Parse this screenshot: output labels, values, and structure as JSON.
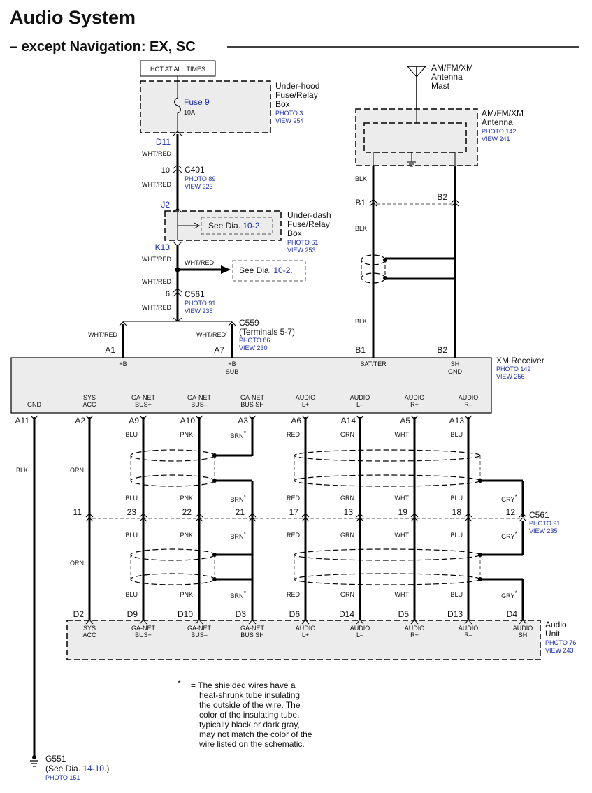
{
  "header": {
    "title": "Audio System",
    "subtitle": "– except Navigation: EX, SC"
  },
  "colors": {
    "ink": "#111111",
    "link": "#1f2fa8",
    "box_fill": "#ececec"
  },
  "hot_at_all_times": "HOT AT ALL TIMES",
  "underhood": {
    "name": [
      "Under-hood",
      "Fuse/Relay",
      "Box"
    ],
    "photo": "PHOTO 3",
    "view": "VIEW 254",
    "fuse": "Fuse 9",
    "amp": "10A",
    "terminal": "D11"
  },
  "c401": {
    "name": "C401",
    "pin": "10",
    "photo": "PHOTO 89",
    "view": "VIEW 223"
  },
  "underdash": {
    "name": [
      "Under-dash",
      "Fuse/Relay",
      "Box"
    ],
    "photo": "PHOTO 61",
    "view": "VIEW 253",
    "in_terminal": "J2",
    "out_terminal": "K13",
    "see": "See Dia.",
    "see_ref": "10-2."
  },
  "branch": {
    "see": "See Dia.",
    "see_ref": "10-2."
  },
  "c561_top": {
    "name": "C561",
    "pin": "6",
    "photo": "PHOTO 91",
    "view": "VIEW 235"
  },
  "c559": {
    "name": "C559",
    "terminals": "(Terminals 5-7)",
    "photo": "PHOTO 86",
    "view": "VIEW 230"
  },
  "wires": {
    "wht_red": "WHT/RED",
    "blk": "BLK",
    "orn": "ORN",
    "blu": "BLU",
    "pnk": "PNK",
    "brn": "BRN",
    "red": "RED",
    "grn": "GRN",
    "wht": "WHT",
    "gry": "GRY",
    "star": "*"
  },
  "antenna_mast": {
    "name": [
      "AM/FM/XM",
      "Antenna",
      "Mast"
    ]
  },
  "antenna": {
    "name": [
      "AM/FM/XM",
      "Antenna"
    ],
    "photo": "PHOTO 142",
    "view": "VIEW 241",
    "b1": "B1",
    "b2": "B2"
  },
  "xm_receiver": {
    "name": "XM Receiver",
    "photo": "PHOTO 149",
    "view": "VIEW 256",
    "top_pins": [
      {
        "term": "A1",
        "label": [
          "+B"
        ]
      },
      {
        "term": "A7",
        "label": [
          "+B",
          "SUB"
        ]
      },
      {
        "term": "B1",
        "label": [
          "SAT/TER"
        ]
      },
      {
        "term": "B2",
        "label": [
          "SH",
          "GND"
        ]
      }
    ],
    "bottom_pins": [
      {
        "term": "A11",
        "label": [
          "GND"
        ]
      },
      {
        "term": "A2",
        "label": [
          "SYS",
          "ACC"
        ]
      },
      {
        "term": "A9",
        "label": [
          "GA-NET",
          "BUS+"
        ]
      },
      {
        "term": "A10",
        "label": [
          "GA-NET",
          "BUS–"
        ]
      },
      {
        "term": "A3",
        "label": [
          "GA-NET",
          "BUS SH"
        ]
      },
      {
        "term": "A6",
        "label": [
          "AUDIO",
          "L+"
        ]
      },
      {
        "term": "A14",
        "label": [
          "AUDIO",
          "L–"
        ]
      },
      {
        "term": "A5",
        "label": [
          "AUDIO",
          "R+"
        ]
      },
      {
        "term": "A13",
        "label": [
          "AUDIO",
          "R–"
        ]
      }
    ]
  },
  "c561_mid": {
    "name": "C561",
    "photo": "PHOTO 91",
    "view": "VIEW 235",
    "pins": [
      "11",
      "23",
      "22",
      "21",
      "17",
      "13",
      "19",
      "18",
      "12"
    ]
  },
  "audio_unit": {
    "name": [
      "Audio",
      "Unit"
    ],
    "photo": "PHOTO 76",
    "view": "VIEW 243",
    "pins": [
      {
        "term": "D2",
        "label": [
          "SYS",
          "ACC"
        ]
      },
      {
        "term": "D9",
        "label": [
          "GA-NET",
          "BUS+"
        ]
      },
      {
        "term": "D10",
        "label": [
          "GA-NET",
          "BUS–"
        ]
      },
      {
        "term": "D3",
        "label": [
          "GA-NET",
          "BUS SH"
        ]
      },
      {
        "term": "D6",
        "label": [
          "AUDIO",
          "L+"
        ]
      },
      {
        "term": "D14",
        "label": [
          "AUDIO",
          "L–"
        ]
      },
      {
        "term": "D5",
        "label": [
          "AUDIO",
          "R+"
        ]
      },
      {
        "term": "D13",
        "label": [
          "AUDIO",
          "R–"
        ]
      },
      {
        "term": "D4",
        "label": [
          "AUDIO",
          "SH"
        ]
      }
    ]
  },
  "footnote": {
    "star": "*",
    "lines": [
      "= The shielded wires have a",
      "heat-shrunk tube insulating",
      "the outside of the wire.  The",
      "color of the insulating tube,",
      "typically black or dark gray,",
      "may not match the color of the",
      "wire listed on the schematic."
    ]
  },
  "ground": {
    "name": "G551",
    "see": "(See Dia.",
    "see_ref": "14-10.",
    "close": ")",
    "photo": "PHOTO 151"
  }
}
